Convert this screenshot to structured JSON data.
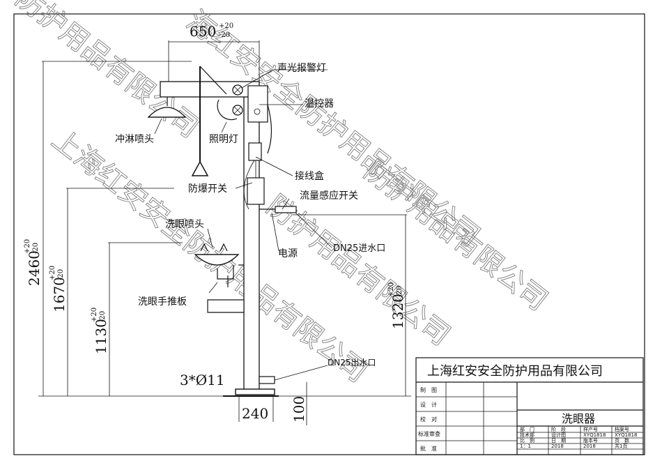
{
  "labels": {
    "alarm_light": "声光报警灯",
    "thermostat": "温控器",
    "shower_head": "冲淋喷头",
    "lighting": "照明灯",
    "junction_box": "接线盒",
    "explosion_switch": "防爆开关",
    "flow_switch": "流量感应开关",
    "eye_wash_head": "洗眼喷头",
    "power": "电源",
    "inlet": "DN25进水口",
    "eye_push_plate": "洗眼手推板",
    "outlet": "DN25出水口"
  },
  "dims": {
    "width_top": "650",
    "height_total": "2460",
    "height_shower": "1670",
    "height_eye": "1130",
    "height_inlet": "1320",
    "holes": "3*Ø11",
    "base_width": "240",
    "outlet_height": "100",
    "tol_plus": "+20",
    "tol_minus": "-20"
  },
  "title_block": {
    "company": "上海红安安全防护用品有限公司",
    "product": "洗眼器",
    "rows": [
      "制　图",
      "设　计",
      "校　对",
      "标准审查",
      "批　准"
    ],
    "grid_r1": [
      "部　门",
      "阶　段",
      "样产号",
      "档案号"
    ],
    "grid_r2": [
      "技术部",
      "设计图",
      "XYQ1818",
      "XYQ1818"
    ],
    "grid_r3": [
      "比　例",
      "日　期",
      "版本号",
      "页　数"
    ],
    "grid_r4": [
      "1：1",
      "2018",
      "2018",
      "共1页"
    ]
  },
  "watermark": {
    "text_a": "上海红安安全防护用品有限公司",
    "text_b": "海红安安全防护用品有限公司",
    "text_c": "防护用品有限公司"
  }
}
